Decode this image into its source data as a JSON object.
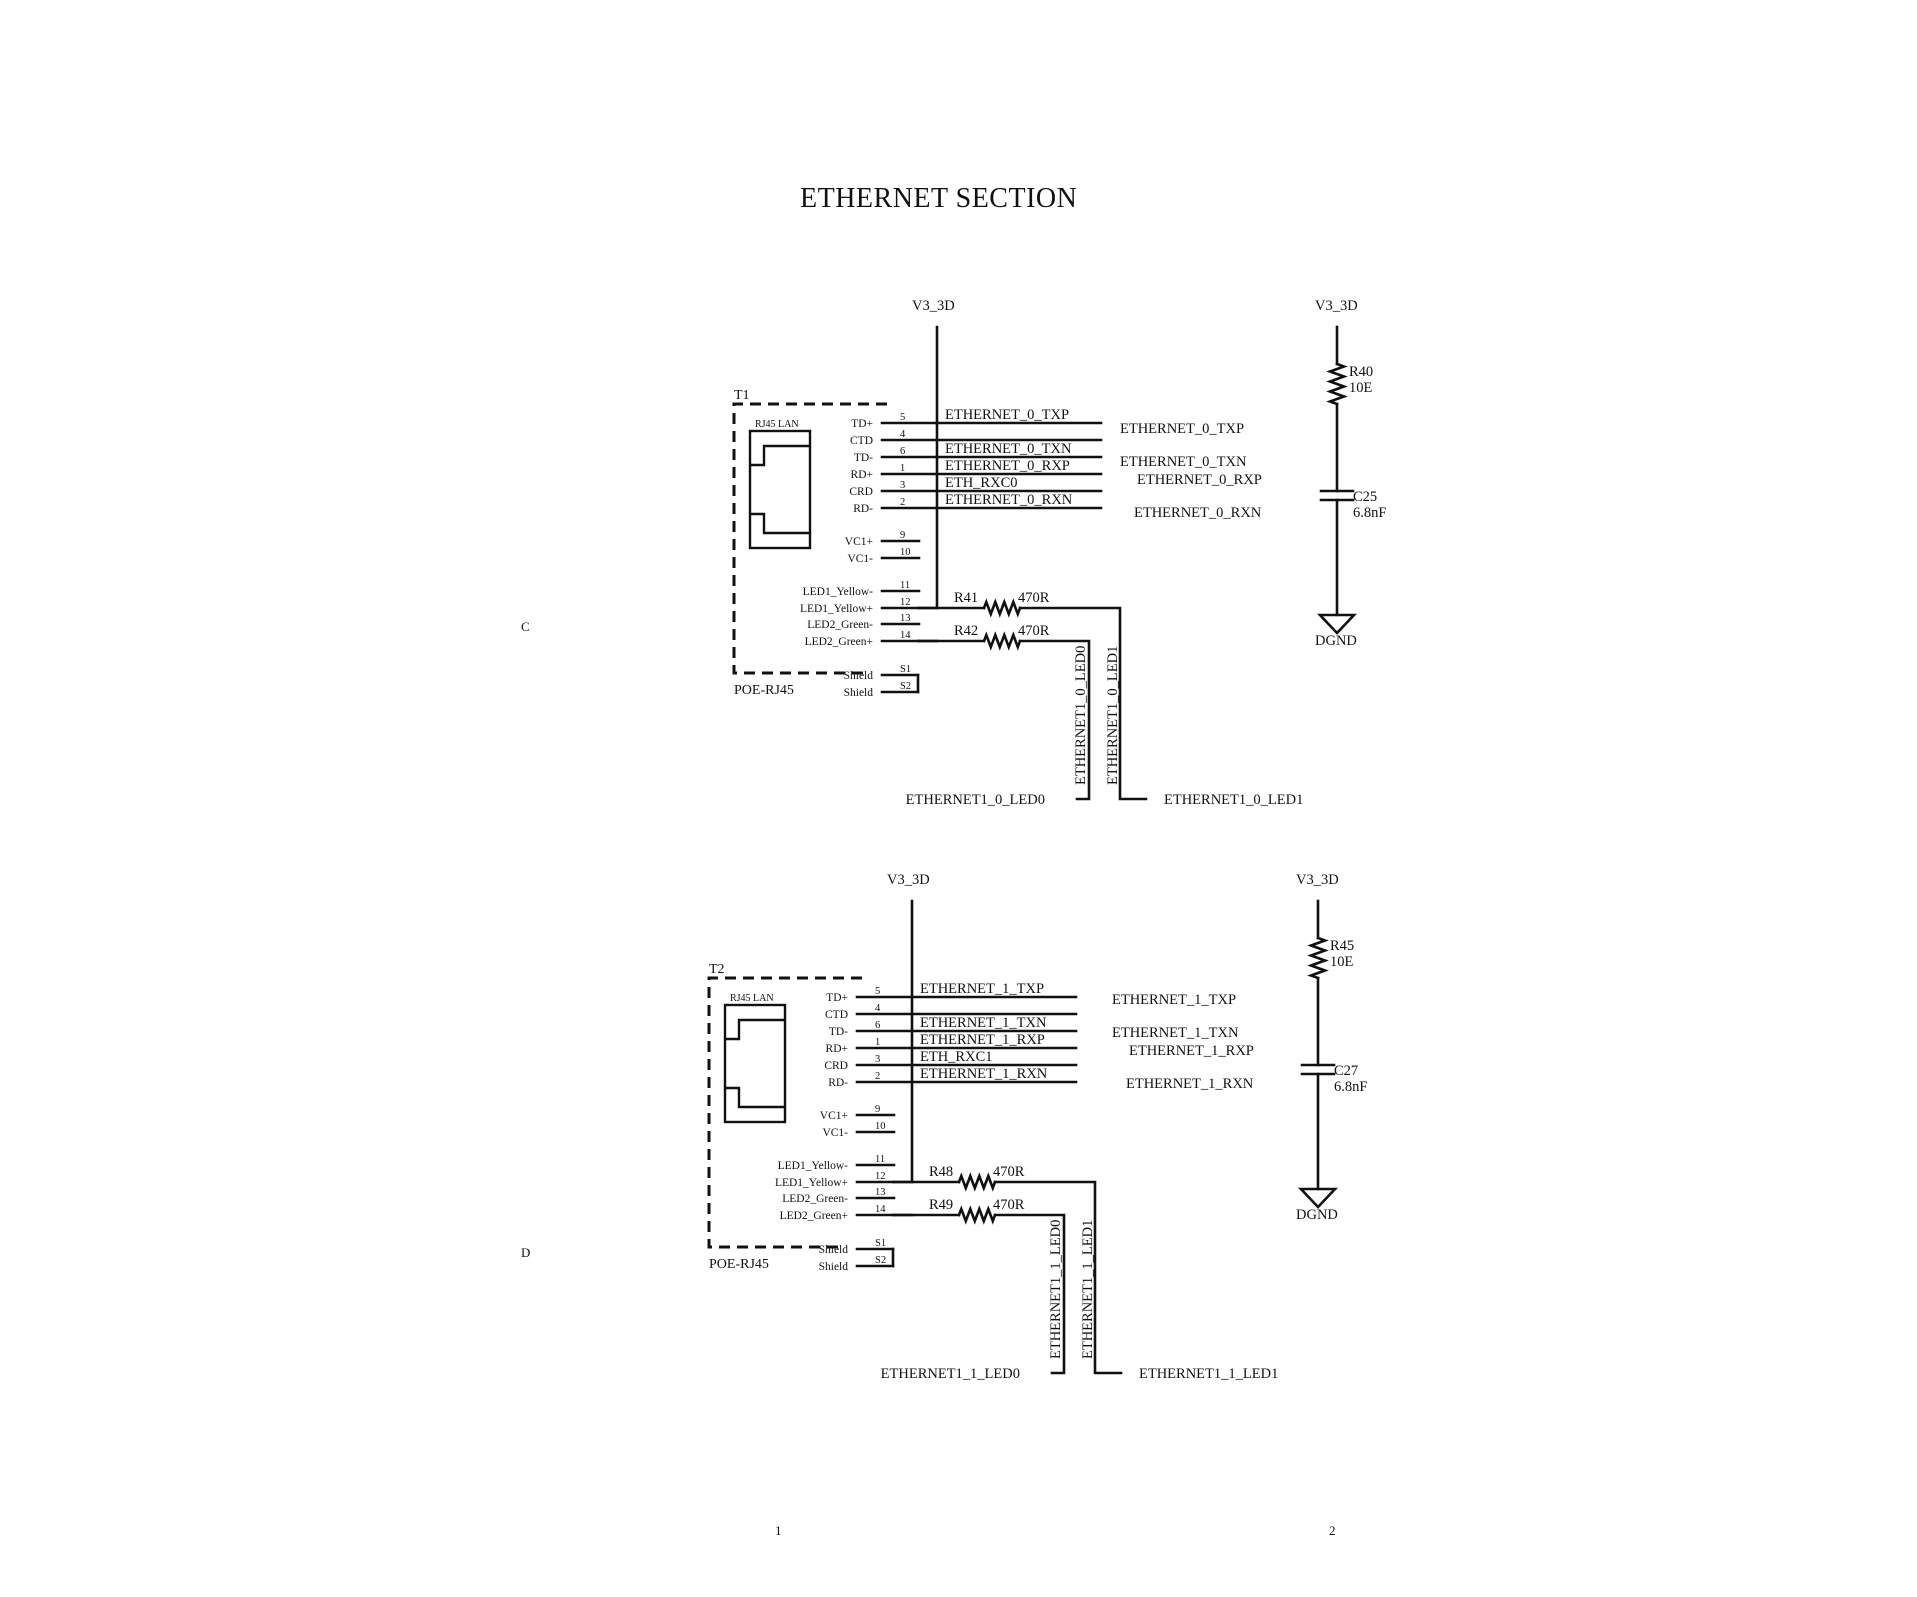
{
  "title": "ETHERNET SECTION",
  "zones": {
    "row_c": "C",
    "row_d": "D",
    "col_1": "1",
    "col_2": "2"
  },
  "jacks": [
    {
      "ref": "T1",
      "value": "POE-RJ45",
      "inner_label": "RJ45 LAN",
      "power_label": "V3_3D",
      "pins": [
        {
          "name": "TD+",
          "num": "5",
          "net": "ETHERNET_0_TXP"
        },
        {
          "name": "CTD",
          "num": "4",
          "net": ""
        },
        {
          "name": "TD-",
          "num": "6",
          "net": "ETHERNET_0_TXN"
        },
        {
          "name": "RD+",
          "num": "1",
          "net": "ETHERNET_0_RXP"
        },
        {
          "name": "CRD",
          "num": "3",
          "net": "ETH_RXC0"
        },
        {
          "name": "RD-",
          "num": "2",
          "net": "ETHERNET_0_RXN"
        },
        {
          "name": "VC1+",
          "num": "9",
          "net": ""
        },
        {
          "name": "VC1-",
          "num": "10",
          "net": ""
        },
        {
          "name": "LED1_Yellow-",
          "num": "11",
          "net": ""
        },
        {
          "name": "LED1_Yellow+",
          "num": "12",
          "net": ""
        },
        {
          "name": "LED2_Green-",
          "num": "13",
          "net": ""
        },
        {
          "name": "LED2_Green+",
          "num": "14",
          "net": ""
        },
        {
          "name": "Shield",
          "num": "S1",
          "net": ""
        },
        {
          "name": "Shield",
          "num": "S2",
          "net": ""
        }
      ],
      "port_labels": [
        "ETHERNET_0_TXP",
        "ETHERNET_0_TXN",
        "ETHERNET_0_RXP",
        "ETHERNET_0_RXN"
      ],
      "led_resistors": [
        {
          "ref": "R41",
          "value": "470R"
        },
        {
          "ref": "R42",
          "value": "470R"
        }
      ],
      "led_nets": [
        "ETHERNET1_0_LED0",
        "ETHERNET1_0_LED1"
      ],
      "termination": {
        "power_label": "V3_3D",
        "resistor_ref": "R40",
        "resistor_value": "10E",
        "cap_ref": "C25",
        "cap_value": "6.8nF",
        "ground_label": "DGND"
      }
    },
    {
      "ref": "T2",
      "value": "POE-RJ45",
      "inner_label": "RJ45 LAN",
      "power_label": "V3_3D",
      "pins": [
        {
          "name": "TD+",
          "num": "5",
          "net": "ETHERNET_1_TXP"
        },
        {
          "name": "CTD",
          "num": "4",
          "net": ""
        },
        {
          "name": "TD-",
          "num": "6",
          "net": "ETHERNET_1_TXN"
        },
        {
          "name": "RD+",
          "num": "1",
          "net": "ETHERNET_1_RXP"
        },
        {
          "name": "CRD",
          "num": "3",
          "net": "ETH_RXC1"
        },
        {
          "name": "RD-",
          "num": "2",
          "net": "ETHERNET_1_RXN"
        },
        {
          "name": "VC1+",
          "num": "9",
          "net": ""
        },
        {
          "name": "VC1-",
          "num": "10",
          "net": ""
        },
        {
          "name": "LED1_Yellow-",
          "num": "11",
          "net": ""
        },
        {
          "name": "LED1_Yellow+",
          "num": "12",
          "net": ""
        },
        {
          "name": "LED2_Green-",
          "num": "13",
          "net": ""
        },
        {
          "name": "LED2_Green+",
          "num": "14",
          "net": ""
        },
        {
          "name": "Shield",
          "num": "S1",
          "net": ""
        },
        {
          "name": "Shield",
          "num": "S2",
          "net": ""
        }
      ],
      "port_labels": [
        "ETHERNET_1_TXP",
        "ETHERNET_1_TXN",
        "ETHERNET_1_RXP",
        "ETHERNET_1_RXN"
      ],
      "led_resistors": [
        {
          "ref": "R48",
          "value": "470R"
        },
        {
          "ref": "R49",
          "value": "470R"
        }
      ],
      "led_nets": [
        "ETHERNET1_1_LED0",
        "ETHERNET1_1_LED1"
      ],
      "termination": {
        "power_label": "V3_3D",
        "resistor_ref": "R45",
        "resistor_value": "10E",
        "cap_ref": "C27",
        "cap_value": "6.8nF",
        "ground_label": "DGND"
      }
    }
  ]
}
